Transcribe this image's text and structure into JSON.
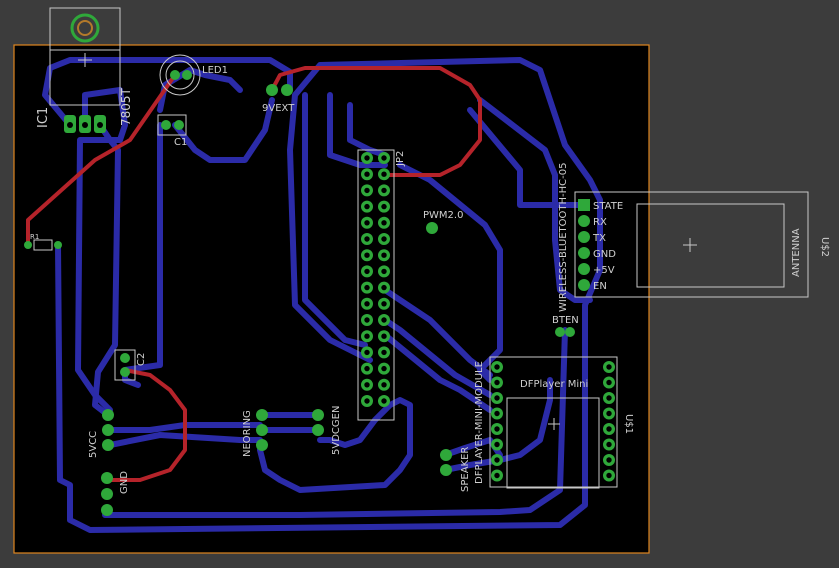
{
  "colors": {
    "background": "#3c3c3c",
    "board_fill": "#000000",
    "board_outline": "#e0861f",
    "top_trace": "#b5232a",
    "bottom_trace": "#2b2ba8",
    "pad_ring": "#2fa83a",
    "silkscreen": "#c8c8c8"
  },
  "labels": {
    "ic1": "IC1",
    "reg": "7805T",
    "led1": "LED1",
    "vext": "9VEXT",
    "c1": "C1",
    "r1": "R1",
    "c2": "C2",
    "vcc": "5VCC",
    "gnd": "GND",
    "neoring": "NEORING",
    "vdcgen": "5VDCGEN",
    "jp2": "JP2",
    "pwm": "PWM2.0",
    "bt_module": "WIRELESS-BLUETOOTH-HC-05",
    "state": "STATE",
    "rx": "RX",
    "tx": "TX",
    "gnd_pin": "GND",
    "v5": "+5V",
    "en": "EN",
    "antenna": "ANTENNA",
    "u2": "U$2",
    "bten": "BTEN",
    "speaker": "SPEAKER",
    "dfp_module": "DFPLAYER-MINI-MODULE",
    "dfp_title": "DFPlayer Mini",
    "u1": "U$1"
  }
}
